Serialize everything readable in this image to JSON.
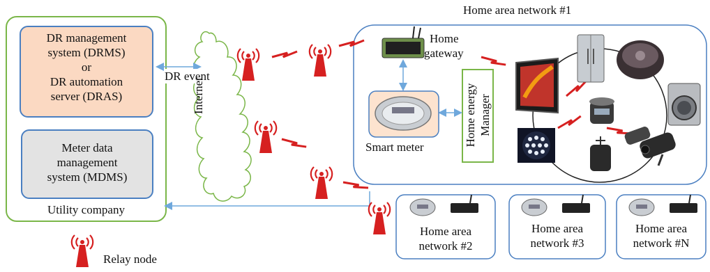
{
  "utility": {
    "company_label": "Utility company",
    "drms_lines": [
      "DR management",
      "system (DRMS)",
      "or",
      "DR automation",
      "server (DRAS)"
    ],
    "mdms_lines": [
      "Meter data",
      "management",
      "system (MDMS)"
    ]
  },
  "cloud": {
    "internet_label": "Internet",
    "dr_event_label": "DR event"
  },
  "han1": {
    "title": "Home area network #1",
    "home_gateway_lines": [
      "Home",
      "gateway"
    ],
    "smart_meter_label": "Smart meter",
    "hem_lines": [
      "Home energy",
      "Manager"
    ]
  },
  "han_small": [
    {
      "lines": [
        "Home area",
        "network #2"
      ]
    },
    {
      "lines": [
        "Home area",
        "network #3"
      ]
    },
    {
      "lines": [
        "Home area",
        "network #N"
      ]
    }
  ],
  "legend": {
    "relay_node_label": "Relay node"
  },
  "colors": {
    "green_border": "#7ab648",
    "blue_border": "#4a7fc1",
    "drms_fill": "#fbd9c2",
    "mdms_fill": "#e3e3e3",
    "meter_fill": "#fde3cf",
    "relay_red": "#d62020",
    "arrow_blue": "#6fa8dc"
  }
}
